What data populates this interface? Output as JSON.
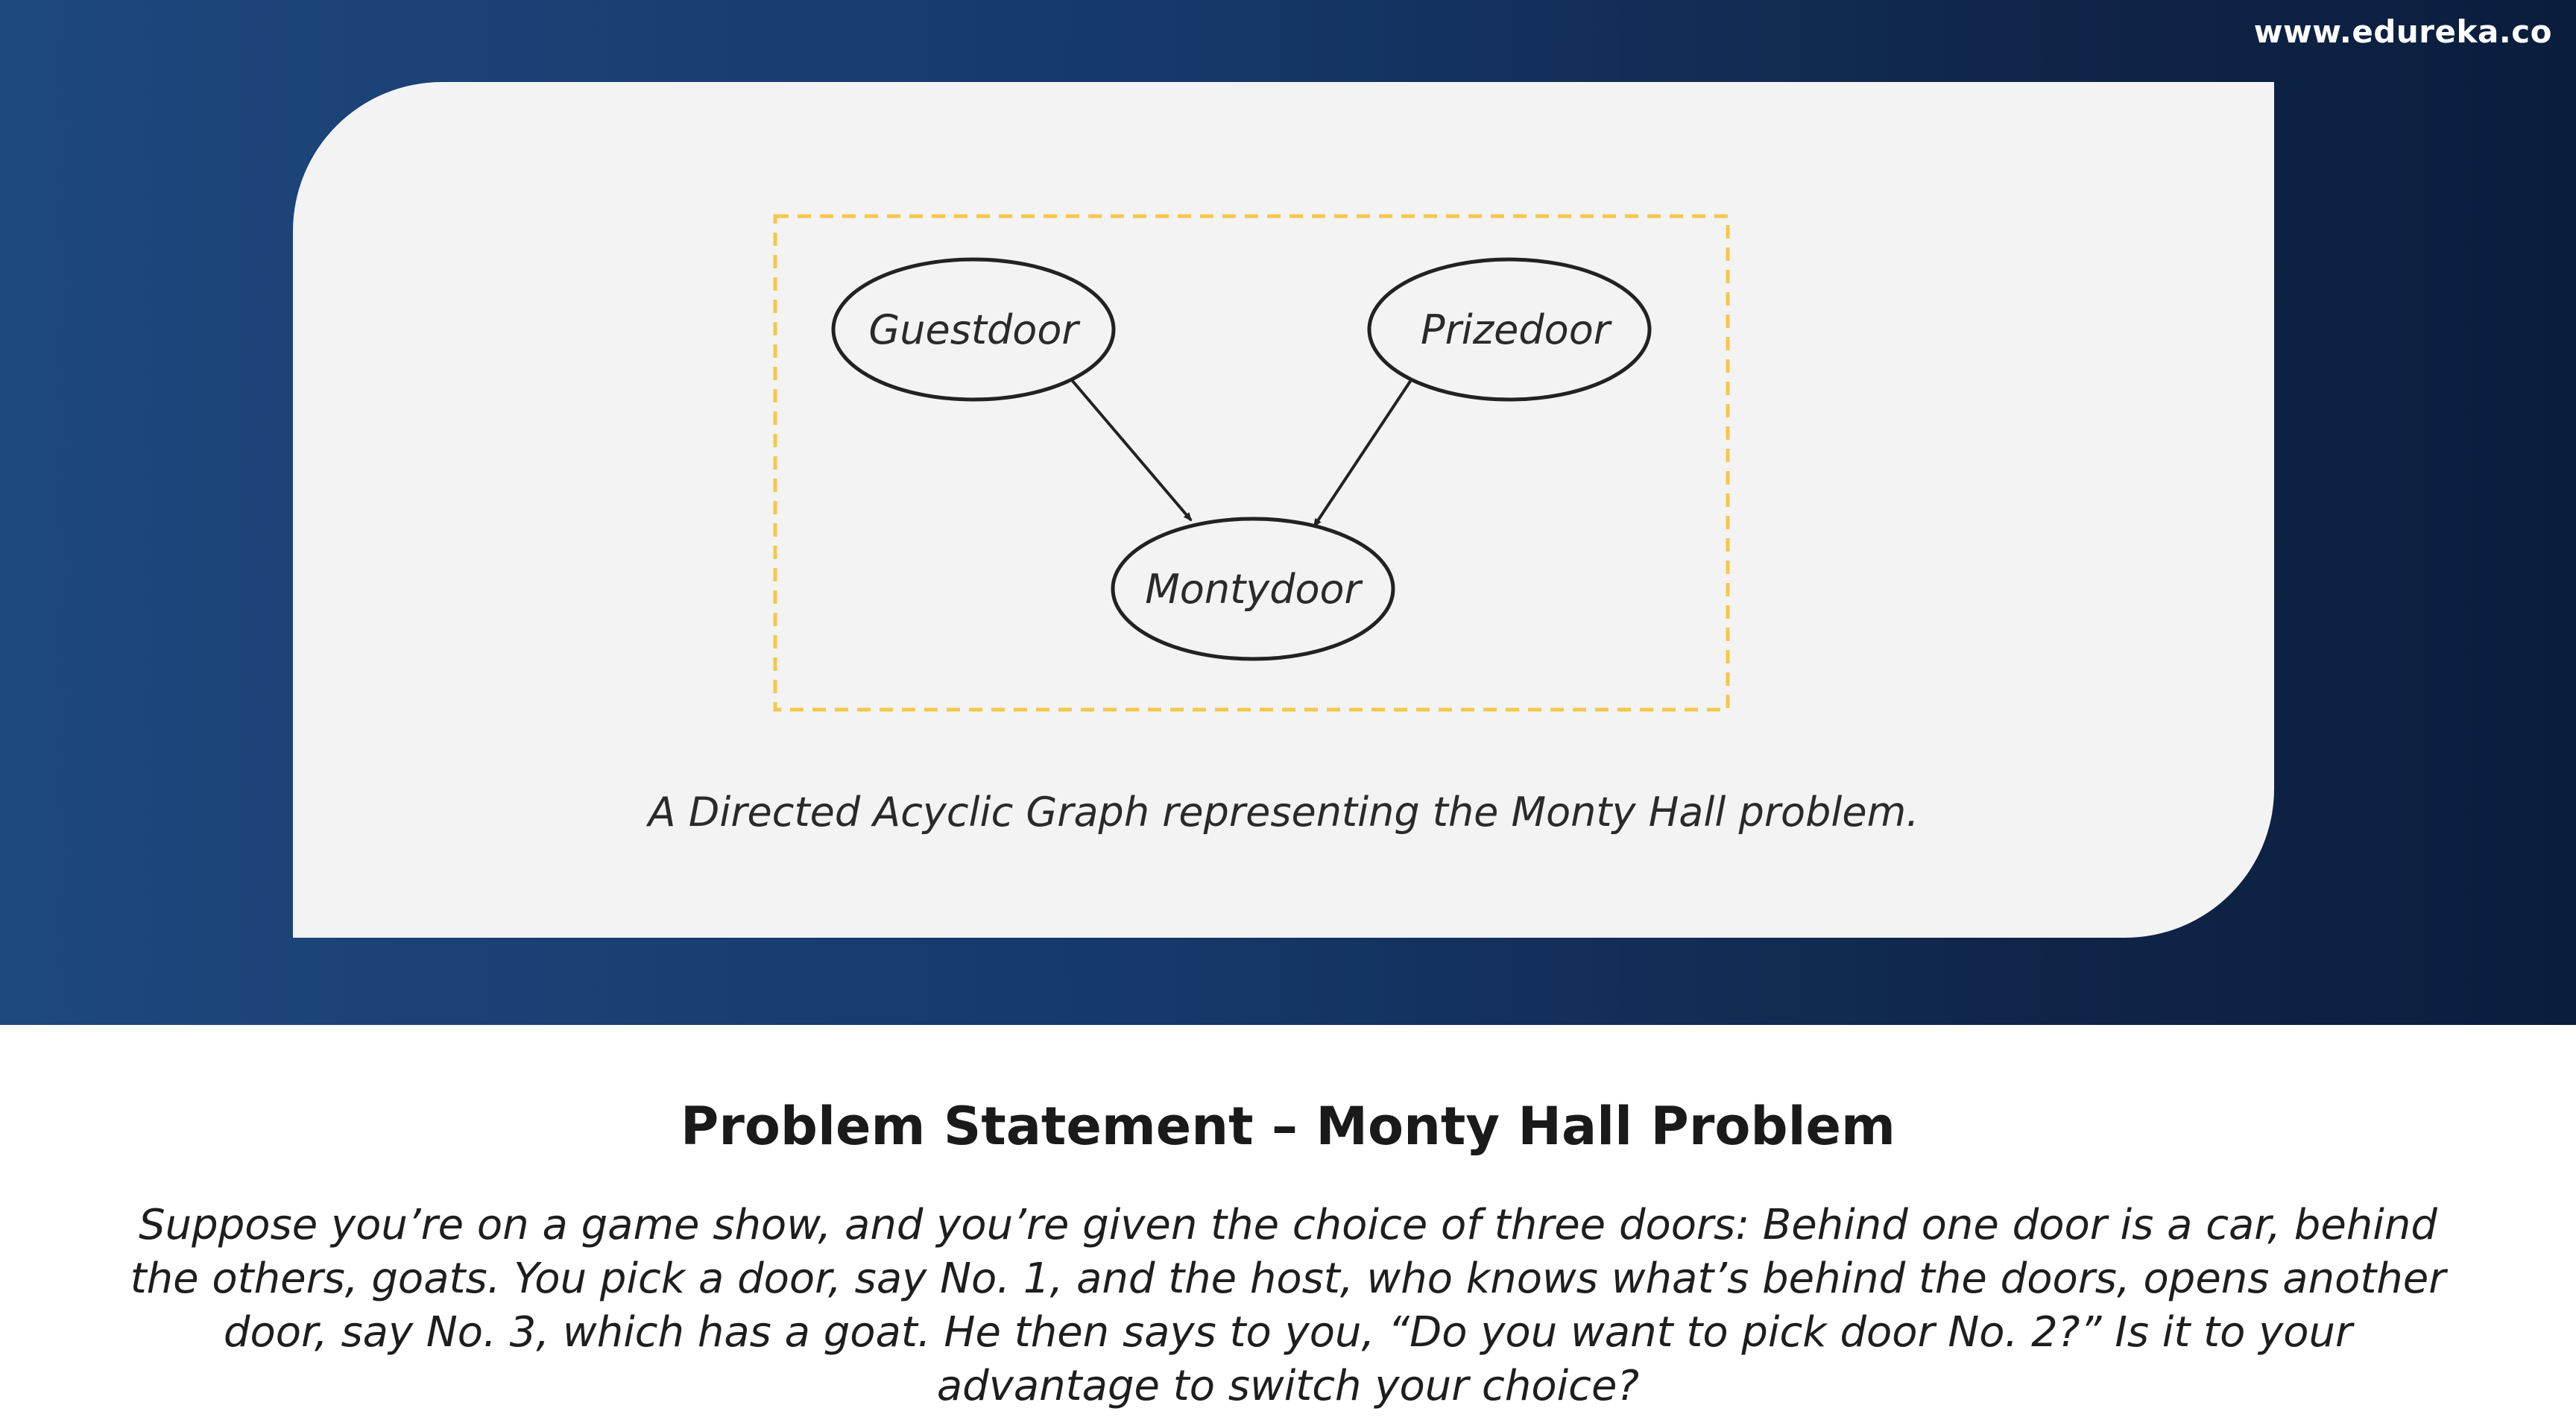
{
  "watermark": "www.edureka.co",
  "diagram": {
    "nodes": [
      {
        "id": "guestdoor",
        "label": "Guestdoor"
      },
      {
        "id": "prizedoor",
        "label": "Prizedoor"
      },
      {
        "id": "montydoor",
        "label": "Montydoor"
      }
    ],
    "edges": [
      {
        "from": "guestdoor",
        "to": "montydoor"
      },
      {
        "from": "prizedoor",
        "to": "montydoor"
      }
    ],
    "caption": "A Directed Acyclic Graph representing the Monty Hall problem."
  },
  "problem": {
    "title": "Problem Statement – Monty Hall Problem",
    "statement": "Suppose you’re on a game show, and you’re given the choice of three doors: Behind one door is a car, behind the others, goats. You pick a door, say No. 1, and the host, who knows what’s behind the doors, opens another door, say No. 3, which has a goat. He then says to you, “Do you want to pick door No. 2?” Is it to your advantage to switch your choice?"
  },
  "colors": {
    "banner_left": "#1d487e",
    "banner_right": "#0b1d3d",
    "card": "#f3f3f3",
    "dashed_border": "#f5c84a"
  }
}
